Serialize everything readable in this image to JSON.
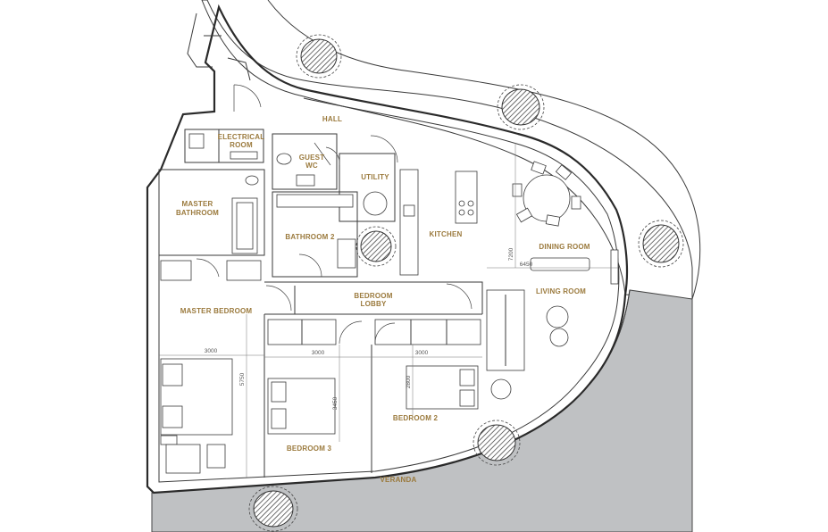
{
  "rooms": {
    "hall": "HALL",
    "electrical_room_line1": "ELECTRICAL",
    "electrical_room_line2": "ROOM",
    "guest_wc_line1": "GUEST",
    "guest_wc_line2": "WC",
    "utility": "UTILITY",
    "master_bathroom_line1": "MASTER",
    "master_bathroom_line2": "BATHROOM",
    "bathroom_2": "BATHROOM 2",
    "kitchen": "KITCHEN",
    "dining_room": "DINING ROOM",
    "living_room": "LIVING ROOM",
    "bedroom_lobby_line1": "BEDROOM",
    "bedroom_lobby_line2": "LOBBY",
    "master_bedroom": "MASTER BEDROOM",
    "bedroom_3": "BEDROOM 3",
    "bedroom_2": "BEDROOM 2",
    "veranda": "VERANDA"
  },
  "dimensions": {
    "master_bedroom_width": "3000",
    "bedroom_3_width": "3000",
    "bedroom_2_width": "3000",
    "master_bedroom_depth": "5750",
    "bedroom_3_depth": "3450",
    "bedroom_2_depth": "2800",
    "living_width": "6450",
    "living_depth": "7200"
  },
  "colors": {
    "label_gold": "#9b7a3d",
    "veranda_gray": "#bfc1c3",
    "wall": "#2a2a2a"
  }
}
